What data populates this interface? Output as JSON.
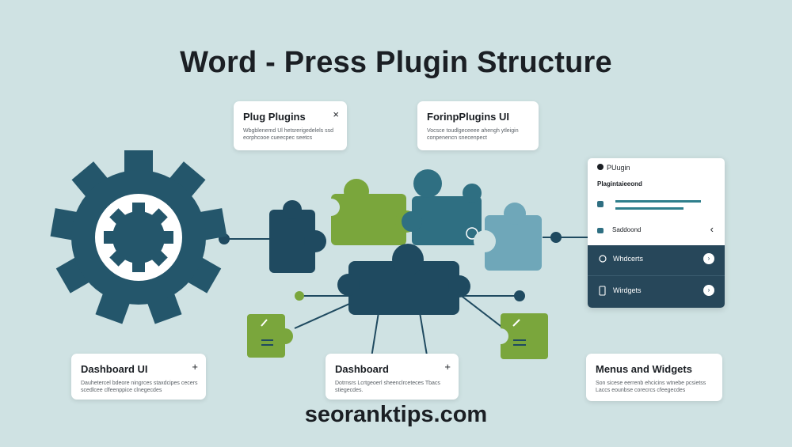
{
  "title": "Word  -  Press Plugin Structure",
  "footer": "seoranktips.com",
  "colors": {
    "background": "#cfe2e3",
    "gear": "#24566b",
    "navy": "#1f4a60",
    "green": "#7aa63c",
    "teal": "#2f6f82",
    "light_blue": "#6fa7b9",
    "panel_dark": "#27475a"
  },
  "cards": {
    "plug_plugins": {
      "title": "Plug Plugins",
      "close": "×",
      "body": "Wbgblenemd Ul hetsrerigedelels ssd eorphcooe cueecpec seetcs"
    },
    "forinp_plugins": {
      "title": "ForinpPlugins UI",
      "body": "Vocsce toudlgeceeee ahengh ytleigin conpenencn snecenpect"
    },
    "dashboard_ui": {
      "title": "Dashboard UI",
      "plus": "+",
      "body": "Dauhetercel bdeore ningrces staxdcipes cecers scedlcee clfeenppice clnegecdes"
    },
    "dashboard": {
      "title": "Dashboard",
      "plus": "+",
      "body": "Dotrnsrs Lcrtgeoerl sheenclrceteces Tbacs stiegecdes."
    },
    "menus_widgets": {
      "title": "Menus and Widgets",
      "body": "Son sicese eerrenb ehcicins wtnebe pcsietss Laccs eounbse corecrcs cfeegecdes"
    }
  },
  "panel": {
    "header": "PUugin",
    "subtitle": "Plagintaieeond",
    "dashboard_row": "Saddoond",
    "chevron": "‹",
    "rows": [
      {
        "label": "Whdcerts",
        "button": "›"
      },
      {
        "label": "Wirdgets",
        "button": "›"
      }
    ]
  }
}
